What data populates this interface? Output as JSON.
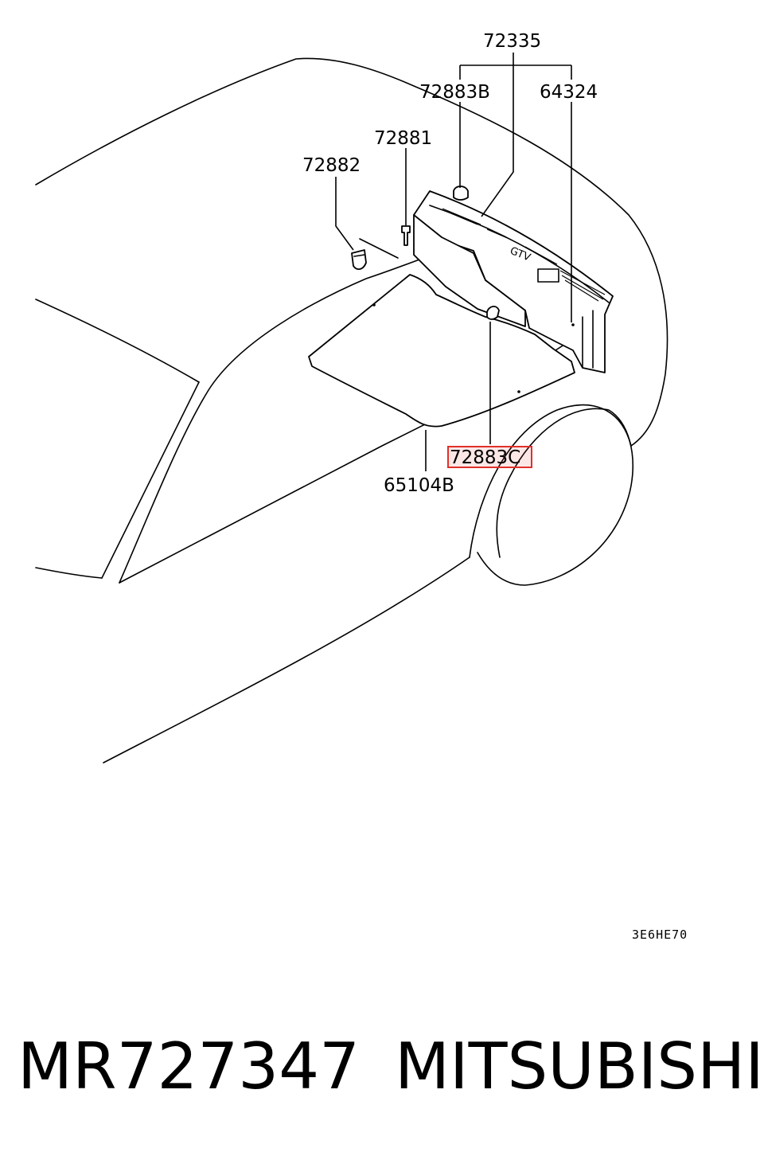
{
  "diagram": {
    "callouts": [
      {
        "id": "72335",
        "label": "72335"
      },
      {
        "id": "72883B",
        "label": "72883B"
      },
      {
        "id": "64324",
        "label": "64324"
      },
      {
        "id": "72881",
        "label": "72881"
      },
      {
        "id": "72882",
        "label": "72882"
      },
      {
        "id": "72883C",
        "label": "72883C",
        "highlighted": true
      },
      {
        "id": "65104B",
        "label": "65104B"
      }
    ],
    "reference_code": "3E6HE70",
    "highlight_color": "#e0302a"
  },
  "footer": {
    "part_number": "MR727347",
    "brand": "MITSUBISHI"
  }
}
